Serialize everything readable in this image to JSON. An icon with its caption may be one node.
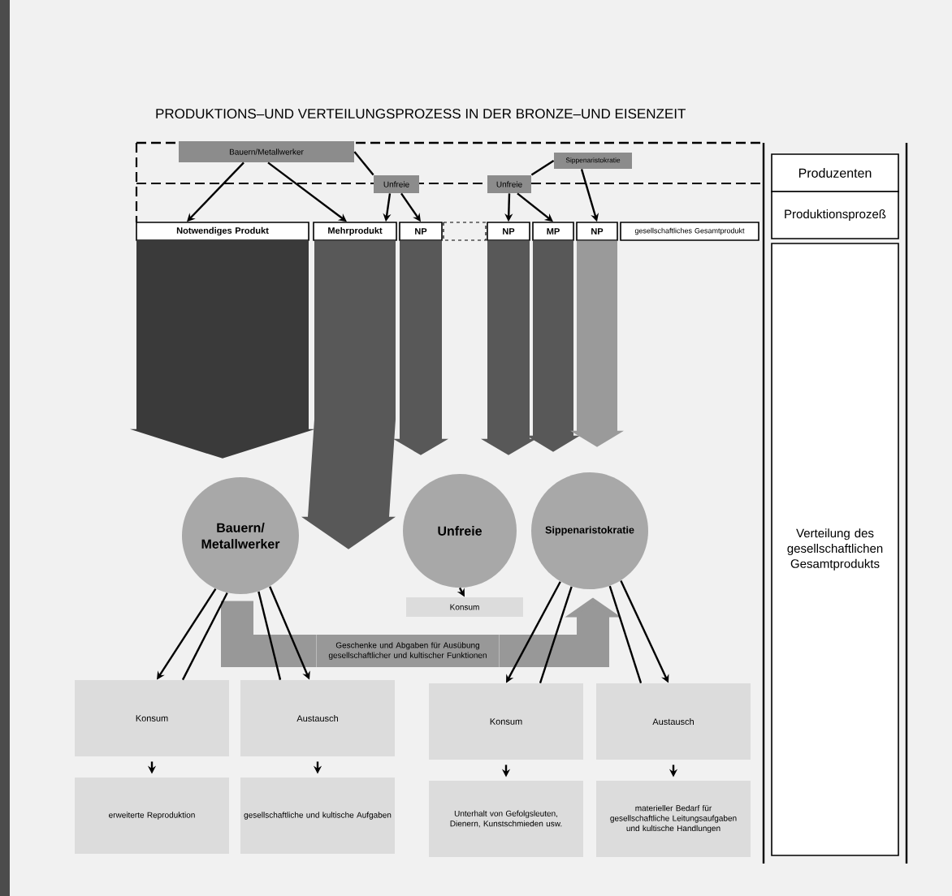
{
  "diagram": {
    "title": "PRODUKTIONS–UND VERTEILUNGSPROZESS IN DER BRONZE–UND EISENZEIT",
    "nodes": [
      {
        "text": [
          "Bauern/Metallwerker"
        ]
      },
      {
        "text": [
          "Unfreie"
        ]
      },
      {
        "text": [
          "Unfreie"
        ]
      },
      {
        "text": [
          "Sippenaristokratie"
        ]
      },
      {
        "text": [
          "Notwendiges Produkt"
        ]
      },
      {
        "text": [
          "Mehrprodukt"
        ]
      },
      {
        "text": [
          "NP"
        ]
      },
      {
        "text": [
          "NP"
        ]
      },
      {
        "text": [
          "MP"
        ]
      },
      {
        "text": [
          "NP"
        ]
      },
      {
        "text": [
          "gesellschaftliches Gesamtprodukt"
        ]
      },
      {
        "text": [
          "Produzenten"
        ]
      },
      {
        "text": [
          "Produktionsprozeß"
        ]
      },
      {
        "text": [
          "Verteilung des gesellschaftlichen Gesamtprodukts"
        ]
      },
      {
        "text": [
          "Bauern/ Metallwerker"
        ]
      },
      {
        "text": [
          "Unfreie"
        ]
      },
      {
        "text": [
          "Sippenaristokratie"
        ]
      },
      {
        "text": [
          "Konsum"
        ]
      },
      {
        "text": [
          "Geschenke und Abgaben für Ausübung gesellschaftlicher und kultischer Funktionen"
        ]
      },
      {
        "text": [
          "Konsum"
        ]
      },
      {
        "text": [
          "Austausch"
        ]
      },
      {
        "text": [
          "Konsum"
        ]
      },
      {
        "text": [
          "Austausch"
        ]
      },
      {
        "text": [
          "erweiterte Reproduktion"
        ]
      },
      {
        "text": [
          "gesellschaftliche und kultische Aufgaben"
        ]
      },
      {
        "text": [
          "Unterhalt von Gefolgsleuten, Dienern, Kunstschmieden usw."
        ]
      },
      {
        "text": [
          "materieller Bedarf für gesellschaftliche Leitungsaufgaben und kultische Handlungen"
        ]
      }
    ],
    "edges": [
      {
        "from": 0,
        "to": 4,
        "arrow": "to"
      },
      {
        "from": 0,
        "to": 5,
        "arrow": "to"
      },
      {
        "from": 0,
        "to": 1,
        "arrow": "none"
      },
      {
        "from": 1,
        "to": 5,
        "arrow": "to"
      },
      {
        "from": 1,
        "to": 6,
        "arrow": "to"
      },
      {
        "from": 2,
        "to": 7,
        "arrow": "to"
      },
      {
        "from": 2,
        "to": 8,
        "arrow": "to"
      },
      {
        "from": 3,
        "to": 2,
        "arrow": "none"
      },
      {
        "from": 3,
        "to": 9,
        "arrow": "to"
      },
      {
        "from": 4,
        "to": null,
        "arrow": "to",
        "style": "thick",
        "color": "#3a3a3a"
      },
      {
        "from": 5,
        "to": null,
        "arrow": "to",
        "style": "thick",
        "color": "#585858"
      },
      {
        "from": 6,
        "to": null,
        "arrow": "to",
        "style": "thick",
        "color": "#585858"
      },
      {
        "from": 7,
        "to": null,
        "arrow": "to",
        "style": "thick",
        "color": "#585858"
      },
      {
        "from": 8,
        "to": null,
        "arrow": "to",
        "style": "thick",
        "color": "#585858"
      },
      {
        "from": 9,
        "to": null,
        "arrow": "to",
        "style": "thick",
        "color": "#9a9a9a"
      },
      {
        "from": 15,
        "to": 17,
        "arrow": "to"
      },
      {
        "from": 14,
        "to": 18,
        "arrow": "none",
        "style": "thick",
        "color": "#989898"
      },
      {
        "from": 18,
        "to": 16,
        "arrow": "to",
        "style": "thick",
        "color": "#989898"
      },
      {
        "from": 14,
        "to": 19,
        "arrow": "to"
      },
      {
        "from": 14,
        "to": 19,
        "arrow": "none"
      },
      {
        "from": 14,
        "to": 20,
        "arrow": "none"
      },
      {
        "from": 14,
        "to": 20,
        "arrow": "to"
      },
      {
        "from": 16,
        "to": 21,
        "arrow": "to"
      },
      {
        "from": 16,
        "to": 21,
        "arrow": "none"
      },
      {
        "from": 16,
        "to": 22,
        "arrow": "none"
      },
      {
        "from": 16,
        "to": 22,
        "arrow": "to"
      },
      {
        "from": 19,
        "to": 23,
        "arrow": "to"
      },
      {
        "from": 20,
        "to": 24,
        "arrow": "to"
      },
      {
        "from": 21,
        "to": 25,
        "arrow": "to"
      },
      {
        "from": 22,
        "to": 26,
        "arrow": "to"
      }
    ]
  }
}
